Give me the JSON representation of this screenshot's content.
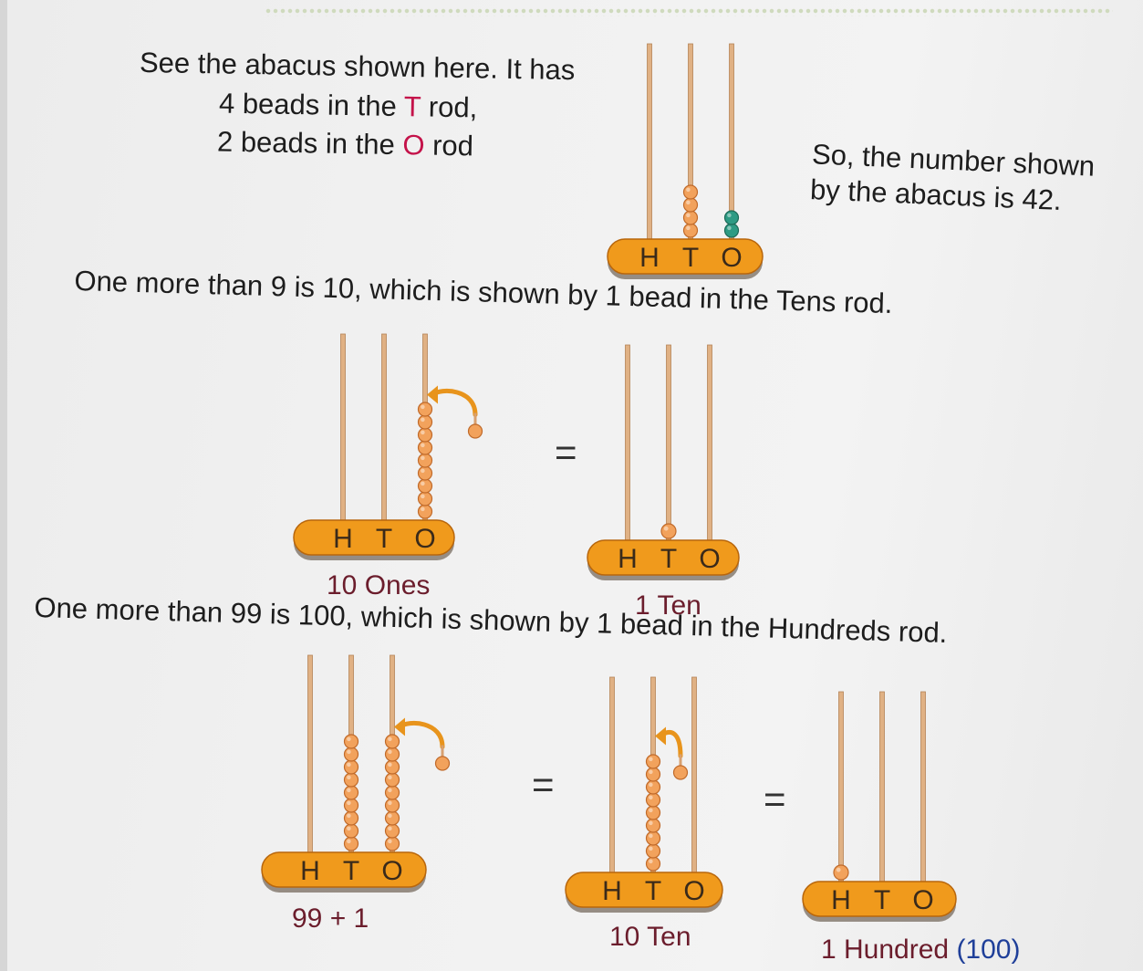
{
  "intro": {
    "line1": "See the abacus shown here. It has",
    "line2_a": "4 beads in the ",
    "line2_rod": "T",
    "line2_b": " rod,",
    "line3_a": "2 beads in the ",
    "line3_rod": "O",
    "line3_b": " rod",
    "result_line1": "So, the number shown",
    "result_line2": "by the abacus is 42."
  },
  "section1": {
    "heading": "One more than 9 is 10, which is shown by 1 bead in the Tens rod.",
    "caption_left": "10 Ones",
    "caption_right": "1 Ten",
    "equals": "="
  },
  "section2": {
    "heading": "One more than 99 is 100, which is shown by 1 bead in the Hundreds rod.",
    "caption_left": "99 + 1",
    "caption_mid": "10 Ten",
    "caption_right_a": "1 Hundred ",
    "caption_right_b": "(100)",
    "equals": "="
  },
  "rod_labels": [
    "H",
    "T",
    "O"
  ],
  "abaci": [
    {
      "name": "abacus-42",
      "beads": {
        "H": 0,
        "T": 4,
        "O": 2
      },
      "value": 42
    },
    {
      "name": "abacus-10-ones",
      "beads": {
        "H": 0,
        "T": 0,
        "O": 9
      },
      "extra_bead": "O"
    },
    {
      "name": "abacus-1-ten",
      "beads": {
        "H": 0,
        "T": 1,
        "O": 0
      }
    },
    {
      "name": "abacus-99-plus-1",
      "beads": {
        "H": 0,
        "T": 9,
        "O": 9
      },
      "extra_bead": "O"
    },
    {
      "name": "abacus-10-ten",
      "beads": {
        "H": 0,
        "T": 9,
        "O": 0
      },
      "extra_bead": "T"
    },
    {
      "name": "abacus-1-hundred",
      "beads": {
        "H": 1,
        "T": 0,
        "O": 0
      }
    }
  ],
  "colors": {
    "bead_orange": "#f2a25c",
    "bead_green": "#2e9b84",
    "base_orange": "#f09a1c",
    "text_red": "#c4134a",
    "text_blue": "#1f3f99",
    "arrow": "#e8941c"
  }
}
